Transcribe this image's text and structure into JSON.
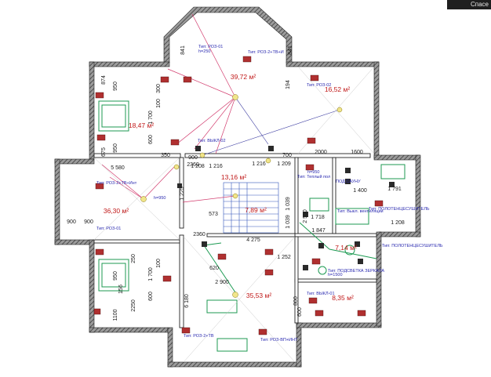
{
  "toolbar": {
    "label": "Спасе"
  },
  "rooms": [
    {
      "area": "39,72 м²"
    },
    {
      "area": "16,52 м²"
    },
    {
      "area": "18,47 м²"
    },
    {
      "area": "13,16 м²"
    },
    {
      "area": "36,30 м²"
    },
    {
      "area": "7,89 м²"
    },
    {
      "area": "7,14 м²"
    },
    {
      "area": "35,53 м²"
    },
    {
      "area": "8,35 м²"
    }
  ],
  "dimensions": [
    "2000",
    "1600",
    "900",
    "2360",
    "1 208",
    "1 216",
    "1 216",
    "1 209",
    "5 580",
    "900",
    "900",
    "573",
    "2360",
    "1 225",
    "1 039",
    "1 039",
    "2 550",
    "1 718",
    "1 847",
    "1 400",
    "1 791",
    "1 208",
    "4 275",
    "1 252",
    "2 900",
    "6 180",
    "620",
    "350",
    "700",
    "950",
    "950",
    "1 700",
    "600",
    "100",
    "300",
    "194",
    "841",
    "841",
    "874",
    "675",
    "250",
    "1 700",
    "600",
    "100",
    "156",
    "2250",
    "1100",
    "950",
    "800",
    "600"
  ],
  "fixtures": [
    "Тип: РОЗ-01",
    "h=250",
    "Тип: РОЗ-2+ТВ+И",
    "Тип: РОЗ-02",
    "Тип: РОЗ-2+ТВ+Инт",
    "h=950",
    "Тип: ВЫКЛ-02",
    "h=950",
    "Тип: Теплый пол",
    "Тип: Выкл. вентиляции",
    "Тип: ПОЛОТЕНЦЕСУШИТЕЛЬ",
    "Тип: РОЗ-01",
    "Тип: ПОЛОТЕНЦЕСУШИТЕЛЬ",
    "Тип: РОЗ-2+ТВ",
    "Тип: РОЗ-ВП+ИНТ",
    "ПОД САУНУ",
    "Тип: ВЫКЛ-01",
    "Тип: ПОДСВЕТКА ЗЕРКАЛА",
    "h=1500"
  ]
}
